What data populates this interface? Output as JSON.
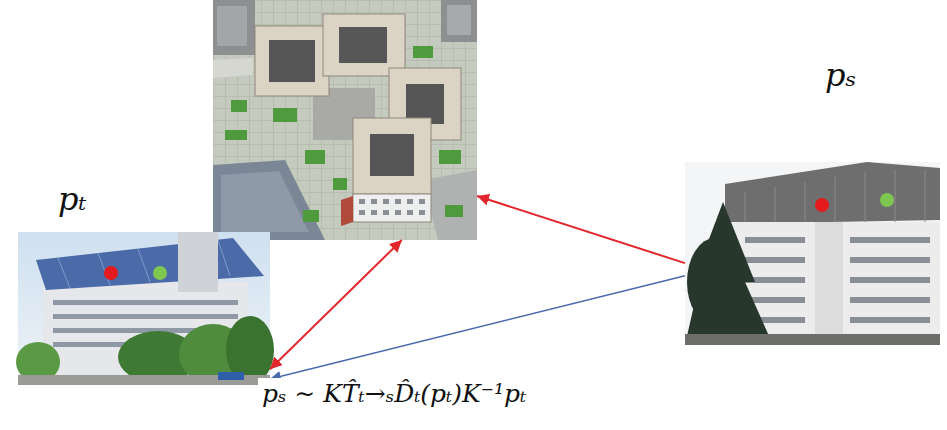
{
  "diagram": {
    "nodes": [
      {
        "text": []
      },
      {
        "text": [
          "pₜ"
        ]
      },
      {
        "text": [
          "pₛ"
        ]
      }
    ],
    "edges": [
      {
        "from": 2,
        "to": 0,
        "arrow": "to"
      },
      {
        "from": 0,
        "to": 1,
        "arrow": "both"
      },
      {
        "from": 2,
        "to": 1,
        "arrow": "to"
      }
    ],
    "labels": [
      "pₛ ∼ KT̂ₜ→ₛD̂ₜ(pₜ)K⁻¹pₜ"
    ]
  }
}
